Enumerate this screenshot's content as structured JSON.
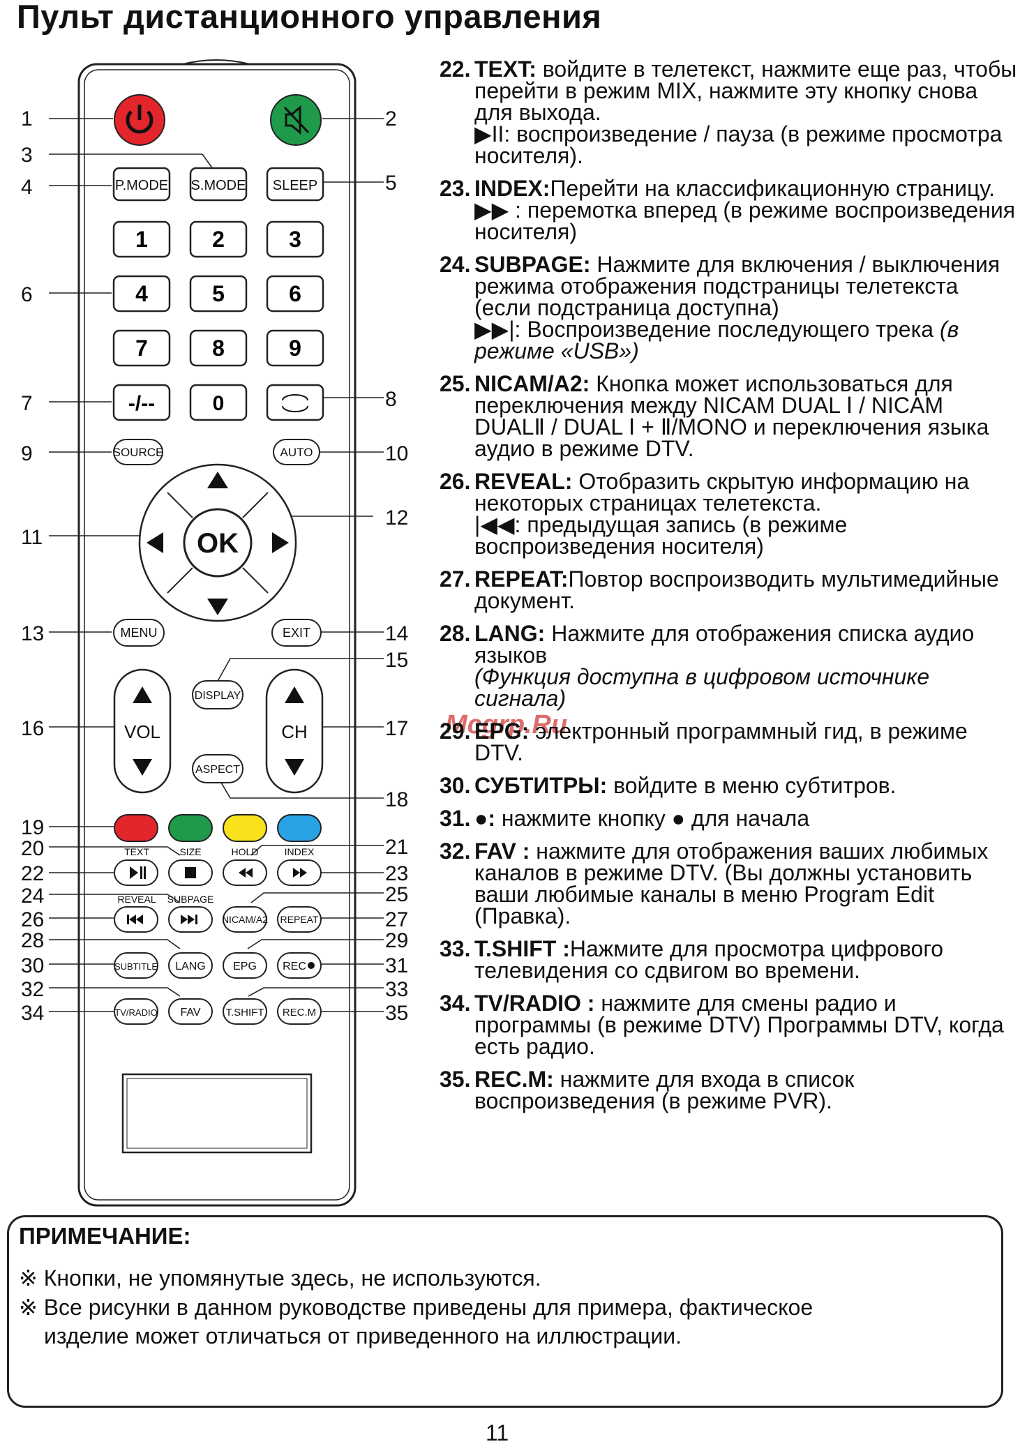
{
  "page_title": "Пульт дистанционного управления",
  "remote": {
    "callouts_left": [
      "1",
      "3",
      "4",
      "6",
      "7",
      "9",
      "11",
      "13",
      "16",
      "19",
      "20",
      "22",
      "24",
      "26",
      "28",
      "30",
      "32",
      "34"
    ],
    "callouts_right": [
      "2",
      "5",
      "8",
      "10",
      "12",
      "14",
      "15",
      "17",
      "18",
      "21",
      "23",
      "25",
      "27",
      "29",
      "31",
      "33",
      "35"
    ],
    "buttons": {
      "pmode": "P.MODE",
      "smode": "S.MODE",
      "sleep": "SLEEP",
      "digits": [
        "1",
        "2",
        "3",
        "4",
        "5",
        "6",
        "7",
        "8",
        "9"
      ],
      "dash": "-/--",
      "zero": "0",
      "source": "SOURCE",
      "auto": "AUTO",
      "ok": "OK",
      "menu": "MENU",
      "exit": "EXIT",
      "display": "DISPLAY",
      "aspect": "ASPECT",
      "vol": "VOL",
      "ch": "CH",
      "text": "TEXT",
      "size": "SIZE",
      "hold": "HOLD",
      "index": "INDEX",
      "reveal": "REVEAL",
      "subpage": "SUBPAGE",
      "nicam": "NICAM/A2",
      "repeat": "REPEAT",
      "subtitle": "SUBTITLE",
      "lang": "LANG",
      "epg": "EPG",
      "rec": "REC",
      "tvradio": "TV/RADIO",
      "fav": "FAV",
      "tshift": "T.SHIFT",
      "recm": "REC.M"
    },
    "colors": {
      "power": "#e3262b",
      "mute": "#1e9a4a",
      "red": "#e3262b",
      "green": "#1e9a4a",
      "yellow": "#f7e21b",
      "blue": "#2aa3e6"
    }
  },
  "descriptions": [
    {
      "num": "22.",
      "key": "TEXT:",
      "text": " войдите в телетекст, нажмите еще раз, чтобы перейти в режим MIX, нажмите эту кнопку снова для выхода.",
      "sub": "▶II: воспроизведение / пауза (в режиме просмотра носителя)."
    },
    {
      "num": "23.",
      "key": "INDEX:",
      "text": "Перейти на классификационную страницу.",
      "sub": "▶▶ : перемотка вперед (в режиме воспроизведения носителя)"
    },
    {
      "num": "24.",
      "key": "SUBPAGE:",
      "text": " Нажмите для включения / выключения режима отображения подстраницы телетекста (если подстраница доступна)",
      "sub": "▶▶|: Воспроизведение последующего трека",
      "sub_italic": " (в режиме «USB»)"
    },
    {
      "num": "25.",
      "key": "NICAM/A2:",
      "text": " Кнопка может использоваться для переключения между NICAM DUAL Ⅰ / NICAM DUALⅡ / DUAL Ⅰ + Ⅱ/MONO и переключения языка аудио в режиме DTV."
    },
    {
      "num": "26.",
      "key": "REVEAL:",
      "text": " Отобразить скрытую информацию на некоторых страницах телетекста.",
      "sub": "|◀◀: предыдущая запись (в режиме воспроизведения носителя)"
    },
    {
      "num": "27.",
      "key": "REPEAT:",
      "text": "Повтор воспроизводить мультимедийные документ."
    },
    {
      "num": "28.",
      "key": "LANG:",
      "text": " Нажмите для отображения списка аудио языков",
      "sub_italic": "(Функция доступна в цифровом источнике сигнала)"
    },
    {
      "num": "29.",
      "key": "EPG:",
      "text": " электронный программный гид, в режиме DTV."
    },
    {
      "num": "30.",
      "key": "СУБТИТРЫ:",
      "text": " войдите в меню субтитров."
    },
    {
      "num": "31.",
      "key": "●:",
      "text": " нажмите кнопку ● для начала"
    },
    {
      "num": "32.",
      "key": "FAV :",
      "text": " нажмите для отображения ваших любимых каналов в режиме DTV. (Вы должны установить ваши любимые каналы в меню Program Edit (Правка)."
    },
    {
      "num": "33.",
      "key": "T.SHIFT :",
      "text": "Нажмите для просмотра цифрового телевидения со сдвигом во времени."
    },
    {
      "num": "34.",
      "key": "TV/RADIO :",
      "text": " нажмите для смены радио и программы (в режиме DTV) Программы DTV, когда есть радио."
    },
    {
      "num": "35.",
      "key": "REC.M:",
      "text": " нажмите для входа в список воспроизведения (в режиме PVR)."
    }
  ],
  "note": {
    "title": "ПРИМЕЧАНИЕ:",
    "lines": [
      "※ Кнопки, не упомянутые здесь, не используются.",
      "※ Все рисунки в данном руководстве приведены для примера, фактическое",
      "изделие может отличаться от приведенного на иллюстрации."
    ]
  },
  "watermark": "Mcgrp.Ru",
  "page_number": "11"
}
